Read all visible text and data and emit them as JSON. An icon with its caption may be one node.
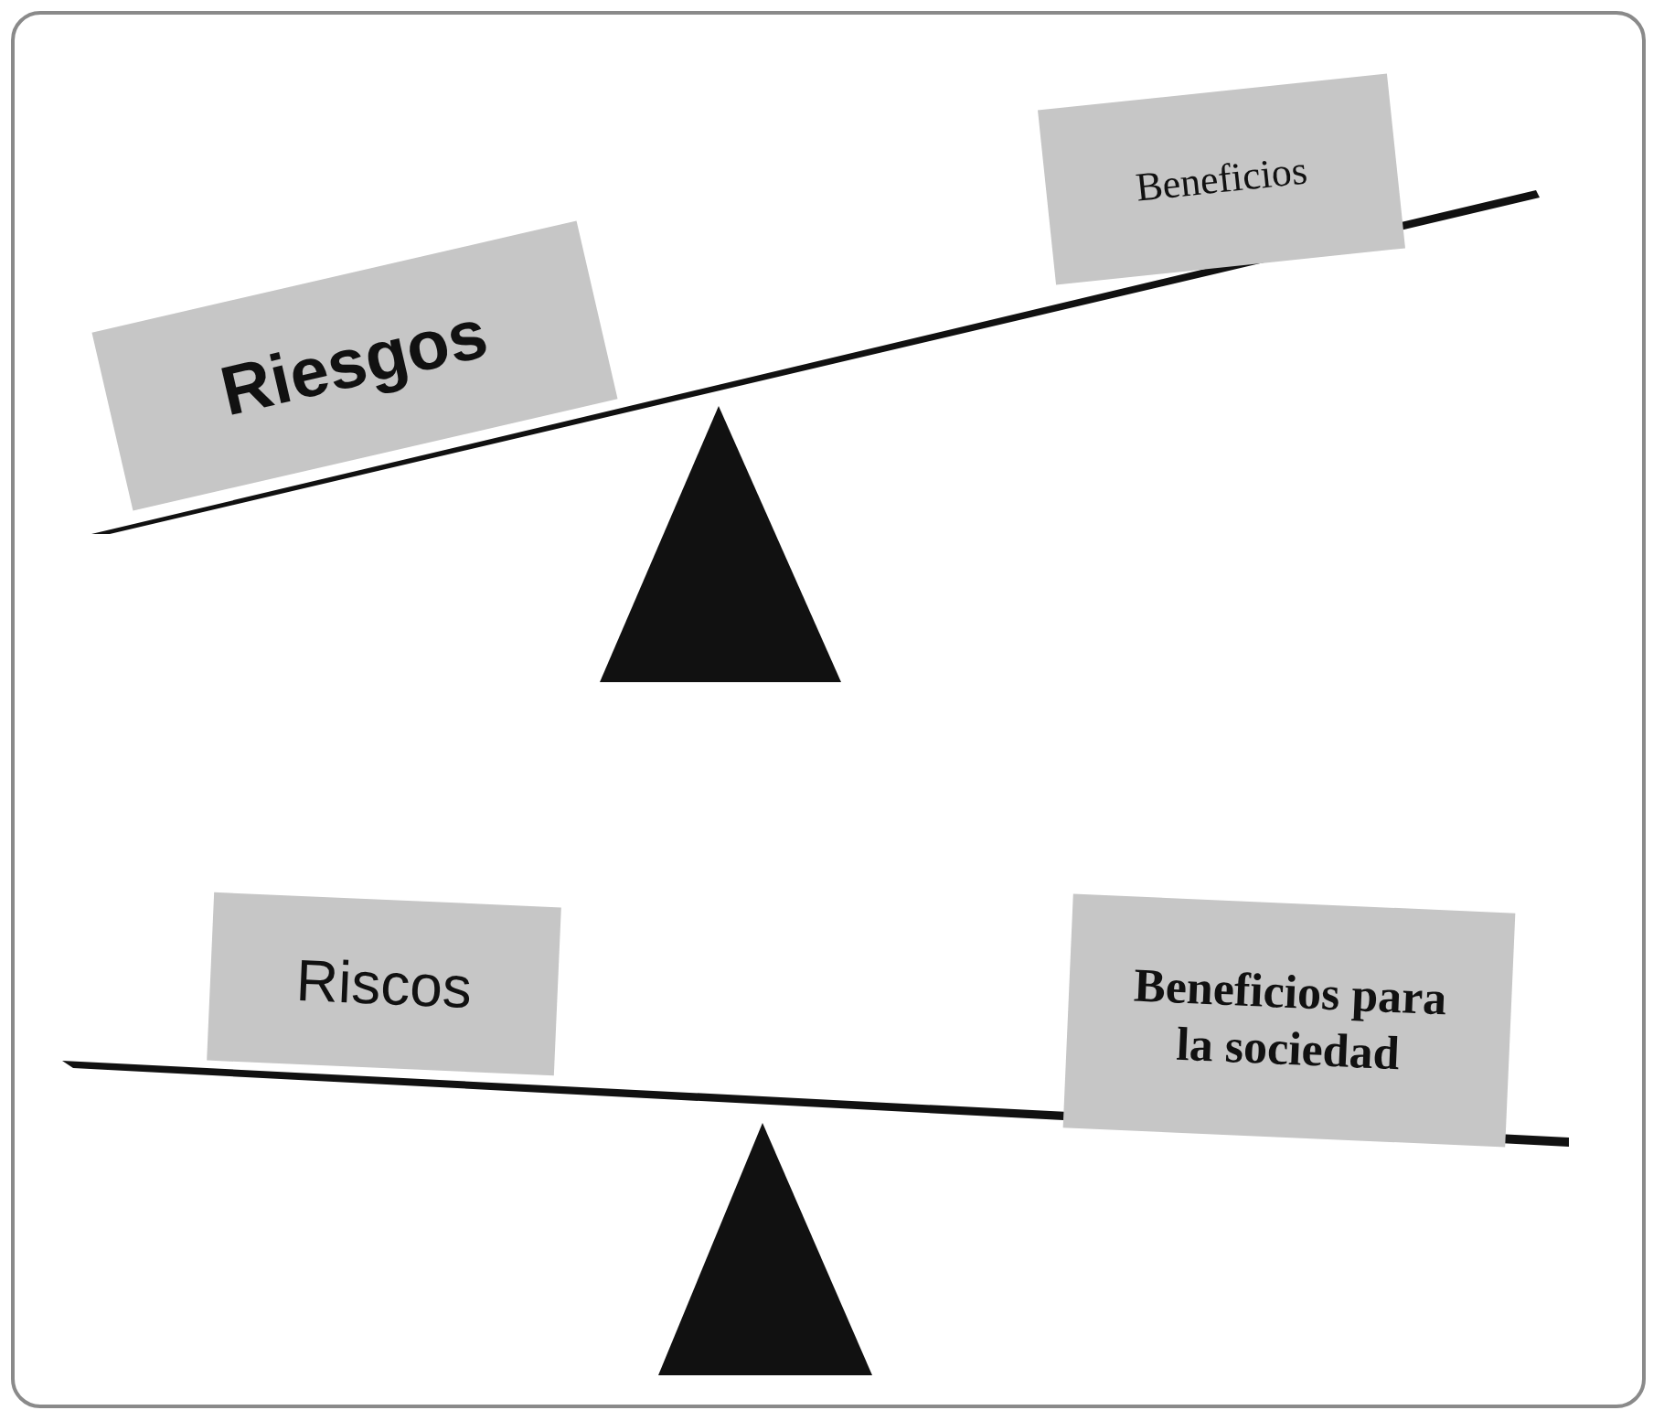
{
  "diagram": {
    "nodes": [
      {
        "text": [
          "Riesgos"
        ]
      },
      {
        "text": [
          "Beneficios"
        ]
      },
      {
        "text": [
          "Riscos"
        ]
      },
      {
        "text": [
          "Beneficios para la sociedad"
        ]
      }
    ]
  }
}
